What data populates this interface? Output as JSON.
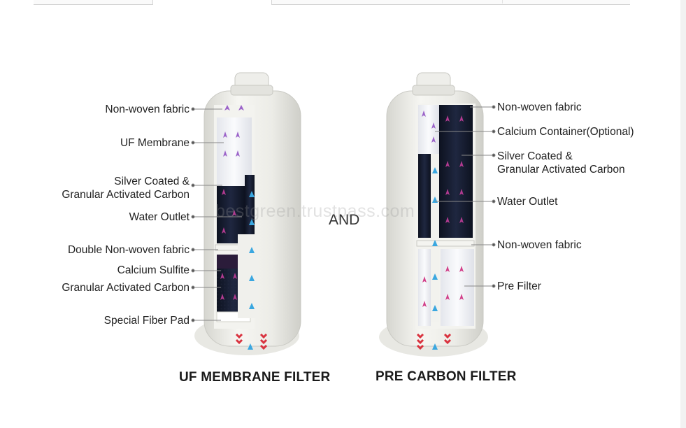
{
  "tabs": [
    "",
    "",
    ""
  ],
  "watermark": "bestgreen.trustpass.com",
  "separator": "AND",
  "left_filter": {
    "title": "UF MEMBRANE FILTER",
    "labels": [
      "Non-woven fabric",
      "UF Membrane",
      "Silver Coated &",
      "Granular Activated Carbon",
      "Water Outlet",
      "Double Non-woven fabric",
      "Calcium Sulfite",
      "Granular Activated Carbon",
      "Special Fiber Pad"
    ]
  },
  "right_filter": {
    "title": "PRE CARBON FILTER",
    "labels": [
      "Non-woven fabric",
      "Calcium Container(Optional)",
      "Silver Coated &",
      "Granular Activated Carbon",
      "Water Outlet",
      "Non-woven fabric",
      "Pre Filter"
    ]
  },
  "colors": {
    "housing": "#ebebe6",
    "carbon": "#141b2e",
    "arrow_purple": "#9b63c9",
    "arrow_magenta": "#d2408a",
    "arrow_blue": "#3aa7e0",
    "arrow_red": "#d9333f"
  }
}
